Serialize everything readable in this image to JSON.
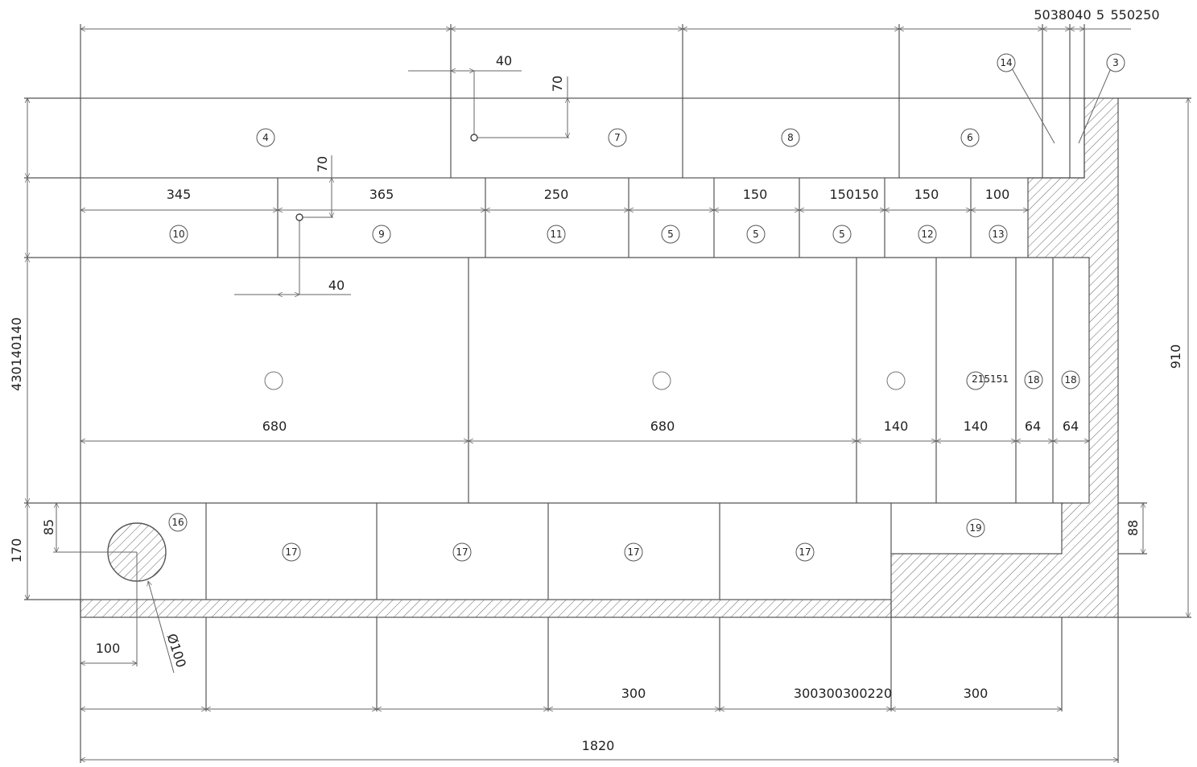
{
  "colors": {
    "line": "#555555",
    "text": "#222222",
    "hatch": "#666666",
    "paper": "#ffffff"
  },
  "top_dims": [
    "5038040",
    "5",
    "550250"
  ],
  "row1_dims": [
    "345",
    "365",
    "250",
    "150",
    "150150",
    "150",
    "100"
  ],
  "row1_tags": [
    "10",
    "9",
    "11",
    "5",
    "5",
    "5",
    "12",
    "13"
  ],
  "top_tags": [
    "4",
    "7",
    "8",
    "6",
    "14",
    "3"
  ],
  "main_dims": [
    "680",
    "680",
    "140",
    "140",
    "64",
    "64"
  ],
  "main_tags": [
    "215151",
    "18",
    "18"
  ],
  "bottom_tags": [
    "16",
    "17",
    "17",
    "17",
    "17",
    "19"
  ],
  "bottom_dims": [
    "300",
    "300300300220",
    "300"
  ],
  "overall_width": "1820",
  "left_height": "430140140",
  "right_height": "910",
  "bottom_left_height": "170",
  "small_height": "85",
  "right_small_height": "88",
  "hole_offset": "100",
  "hole_diameter": "Ø100",
  "offset_40_a": "40",
  "offset_70_a": "70",
  "offset_70_b": "70",
  "offset_40_b": "40"
}
